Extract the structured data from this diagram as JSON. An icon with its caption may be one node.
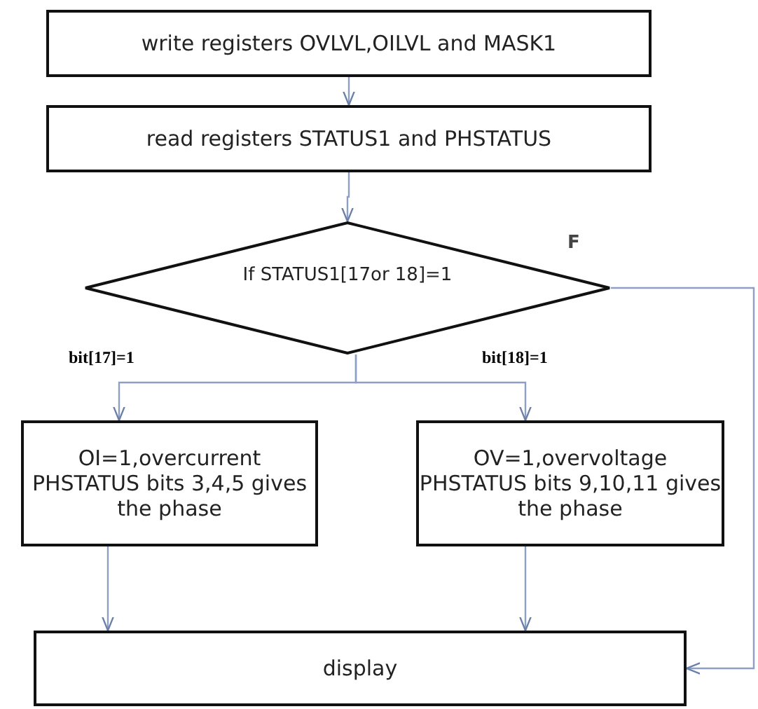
{
  "diagram": {
    "nodes": [
      {
        "text": [
          "write registers OVLVL,OILVL and MASK1"
        ]
      },
      {
        "text": [
          "read registers STATUS1 and PHSTATUS"
        ]
      },
      {
        "text": [
          "If STATUS1[17or 18]=1"
        ]
      },
      {
        "text": [
          "OI=1,overcurrent PHSTATUS bits 3,4,5 gives the phase"
        ]
      },
      {
        "text": [
          "OV=1,overvoltage PHSTATUS bits 9,10,11 gives the phase"
        ]
      },
      {
        "text": [
          "display"
        ]
      }
    ],
    "edges": [
      {
        "from": 0,
        "to": 1,
        "arrow": "to"
      },
      {
        "from": 1,
        "to": 2,
        "arrow": "to"
      },
      {
        "from": 2,
        "to": 3,
        "arrow": "to",
        "label": "bit[17]=1"
      },
      {
        "from": 2,
        "to": 4,
        "arrow": "to",
        "label": "bit[18]=1"
      },
      {
        "from": 3,
        "to": 5,
        "arrow": "to"
      },
      {
        "from": 4,
        "to": 5,
        "arrow": "to"
      },
      {
        "from": 2,
        "to": 5,
        "arrow": "to",
        "label": "F"
      }
    ]
  }
}
